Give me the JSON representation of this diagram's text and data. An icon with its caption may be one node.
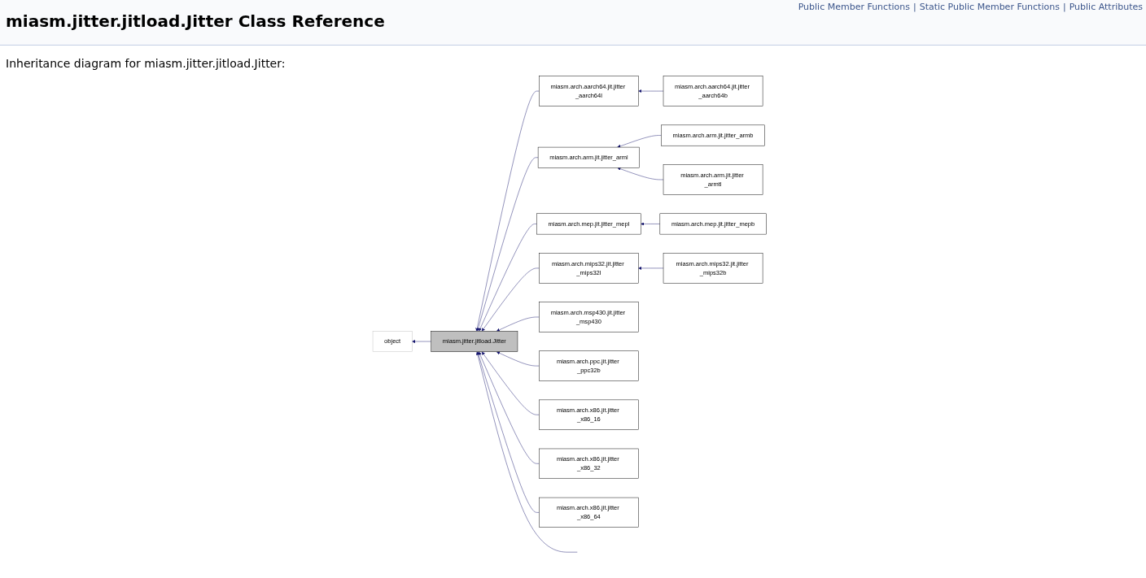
{
  "diagram": {
    "title": "miasm.jitter.jitload.Jitter Class Reference",
    "nodes": [
      {
        "text": [
          "object"
        ]
      },
      {
        "text": [
          "miasm.jitter.jitload.Jitter"
        ]
      },
      {
        "text": [
          "miasm.arch.aarch64.jit.jitter _aarch64l"
        ]
      },
      {
        "text": [
          "miasm.arch.aarch64.jit.jitter _aarch64b"
        ]
      },
      {
        "text": [
          "miasm.arch.arm.jit.jitter_armb"
        ]
      },
      {
        "text": [
          "miasm.arch.arm.jit.jitter_arml"
        ]
      },
      {
        "text": [
          "miasm.arch.arm.jit.jitter _armtl"
        ]
      },
      {
        "text": [
          "miasm.arch.mep.jit.jitter_mepl"
        ]
      },
      {
        "text": [
          "miasm.arch.mep.jit.jitter_mepb"
        ]
      },
      {
        "text": [
          "miasm.arch.mips32.jit.jitter _mips32l"
        ]
      },
      {
        "text": [
          "miasm.arch.mips32.jit.jitter _mips32b"
        ]
      },
      {
        "text": [
          "miasm.arch.msp430.jit.jitter _msp430"
        ]
      },
      {
        "text": [
          "miasm.arch.ppc.jit.jitter _ppc32b"
        ]
      },
      {
        "text": [
          "miasm.arch.x86.jit.jitter _x86_16"
        ]
      },
      {
        "text": [
          "miasm.arch.x86.jit.jitter _x86_32"
        ]
      },
      {
        "text": [
          "miasm.arch.x86.jit.jitter _x86_64"
        ]
      }
    ],
    "edges": [
      {
        "from": 1,
        "to": 0,
        "arrow": "to"
      },
      {
        "from": 2,
        "to": 1,
        "arrow": "to"
      },
      {
        "from": 3,
        "to": 2,
        "arrow": "to"
      },
      {
        "from": 4,
        "to": 5,
        "arrow": "to"
      },
      {
        "from": 5,
        "to": 1,
        "arrow": "to"
      },
      {
        "from": 6,
        "to": 5,
        "arrow": "to"
      },
      {
        "from": 7,
        "to": 1,
        "arrow": "to"
      },
      {
        "from": 8,
        "to": 7,
        "arrow": "to"
      },
      {
        "from": 9,
        "to": 1,
        "arrow": "to"
      },
      {
        "from": 10,
        "to": 9,
        "arrow": "to"
      },
      {
        "from": 11,
        "to": 1,
        "arrow": "to"
      },
      {
        "from": 12,
        "to": 1,
        "arrow": "to"
      },
      {
        "from": 13,
        "to": 1,
        "arrow": "to"
      },
      {
        "from": 14,
        "to": 1,
        "arrow": "to"
      },
      {
        "from": 15,
        "to": 1,
        "arrow": "to"
      },
      {
        "from": null,
        "to": 1,
        "arrow": "to"
      }
    ],
    "labels": [
      "Public Member Functions",
      "|",
      "Static Public Member Functions",
      "|",
      "Public Attributes",
      "Inheritance diagram for miasm.jitter.jitload.Jitter:"
    ]
  }
}
